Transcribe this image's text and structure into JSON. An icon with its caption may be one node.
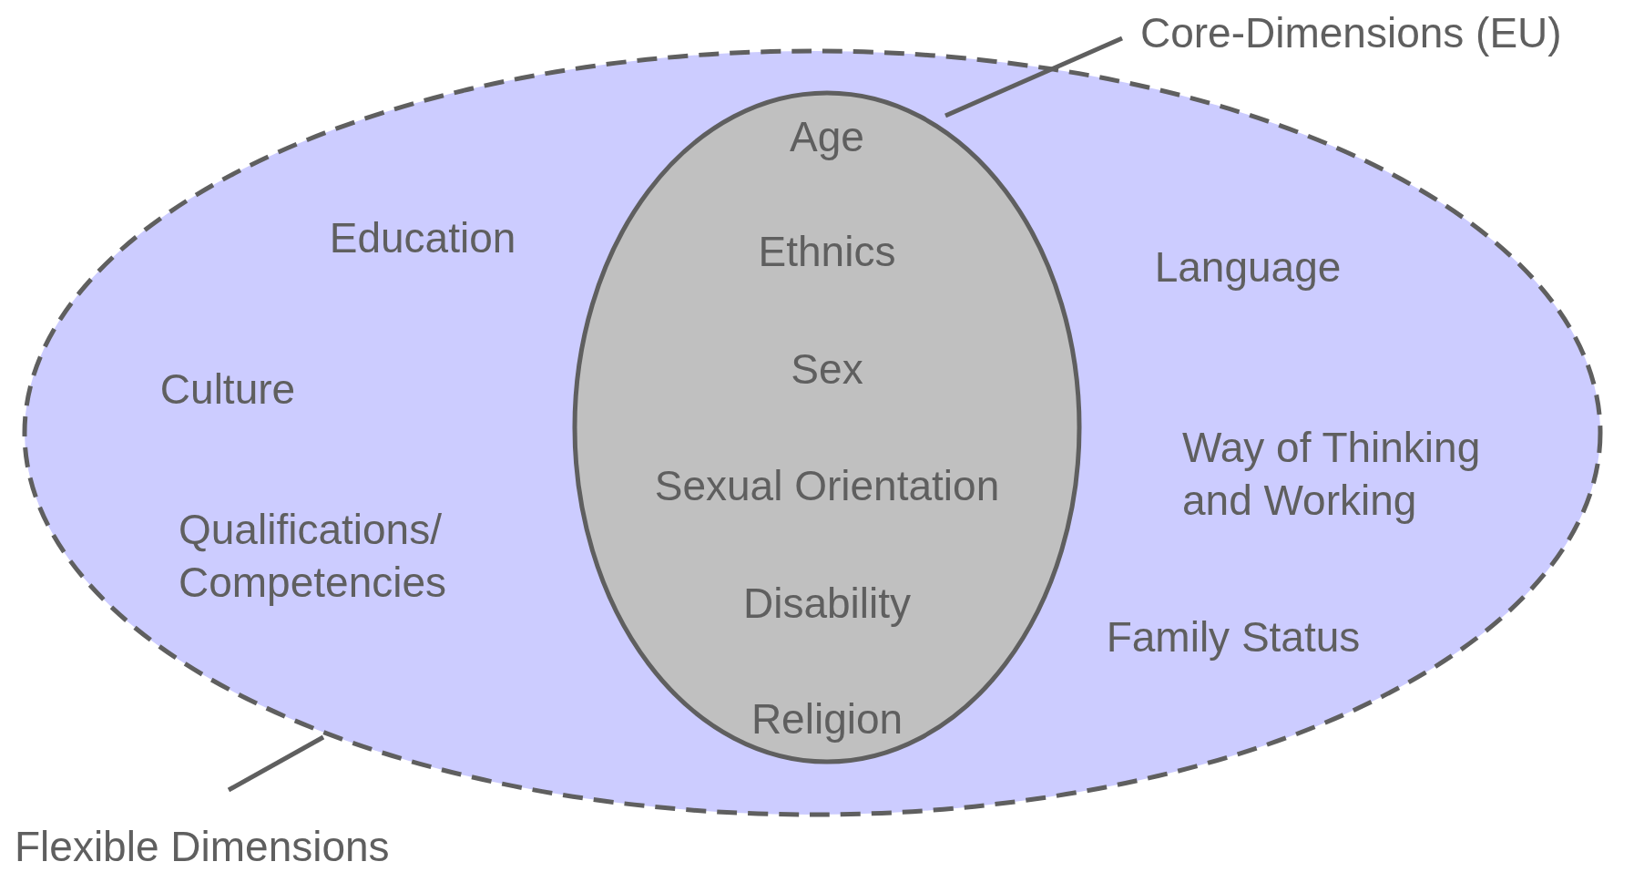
{
  "diagram": {
    "nodes": [
      {
        "text": [
          "Core-Dimensions (EU)"
        ]
      },
      {
        "text": [],
        "shape": "ellipse"
      },
      {
        "text": [
          "Education"
        ],
        "in": 1
      },
      {
        "text": [
          "Culture"
        ],
        "in": 1
      },
      {
        "text": [
          "Qualifications/ Competencies"
        ],
        "in": 1
      },
      {
        "text": [],
        "shape": "ellipse",
        "in": 1
      },
      {
        "text": [
          "Age"
        ],
        "in": 5
      },
      {
        "text": [
          "Ethnics"
        ],
        "in": 5
      },
      {
        "text": [
          "Sex"
        ],
        "in": 5
      },
      {
        "text": [
          "Sexual Orientation"
        ],
        "in": 5
      },
      {
        "text": [
          "Disability"
        ],
        "in": 5
      },
      {
        "text": [
          "Religion"
        ],
        "in": 5
      },
      {
        "text": [
          "Language"
        ],
        "in": 1
      },
      {
        "text": [
          "Way of Thinking and Working"
        ],
        "in": 1
      },
      {
        "text": [
          "Family Status"
        ],
        "in": 1
      },
      {
        "text": [
          "Flexible Dimensions"
        ]
      }
    ],
    "edges": [
      {
        "from": 0,
        "to": 5,
        "arrow": "none"
      },
      {
        "from": 15,
        "to": 1,
        "arrow": "none"
      }
    ]
  }
}
